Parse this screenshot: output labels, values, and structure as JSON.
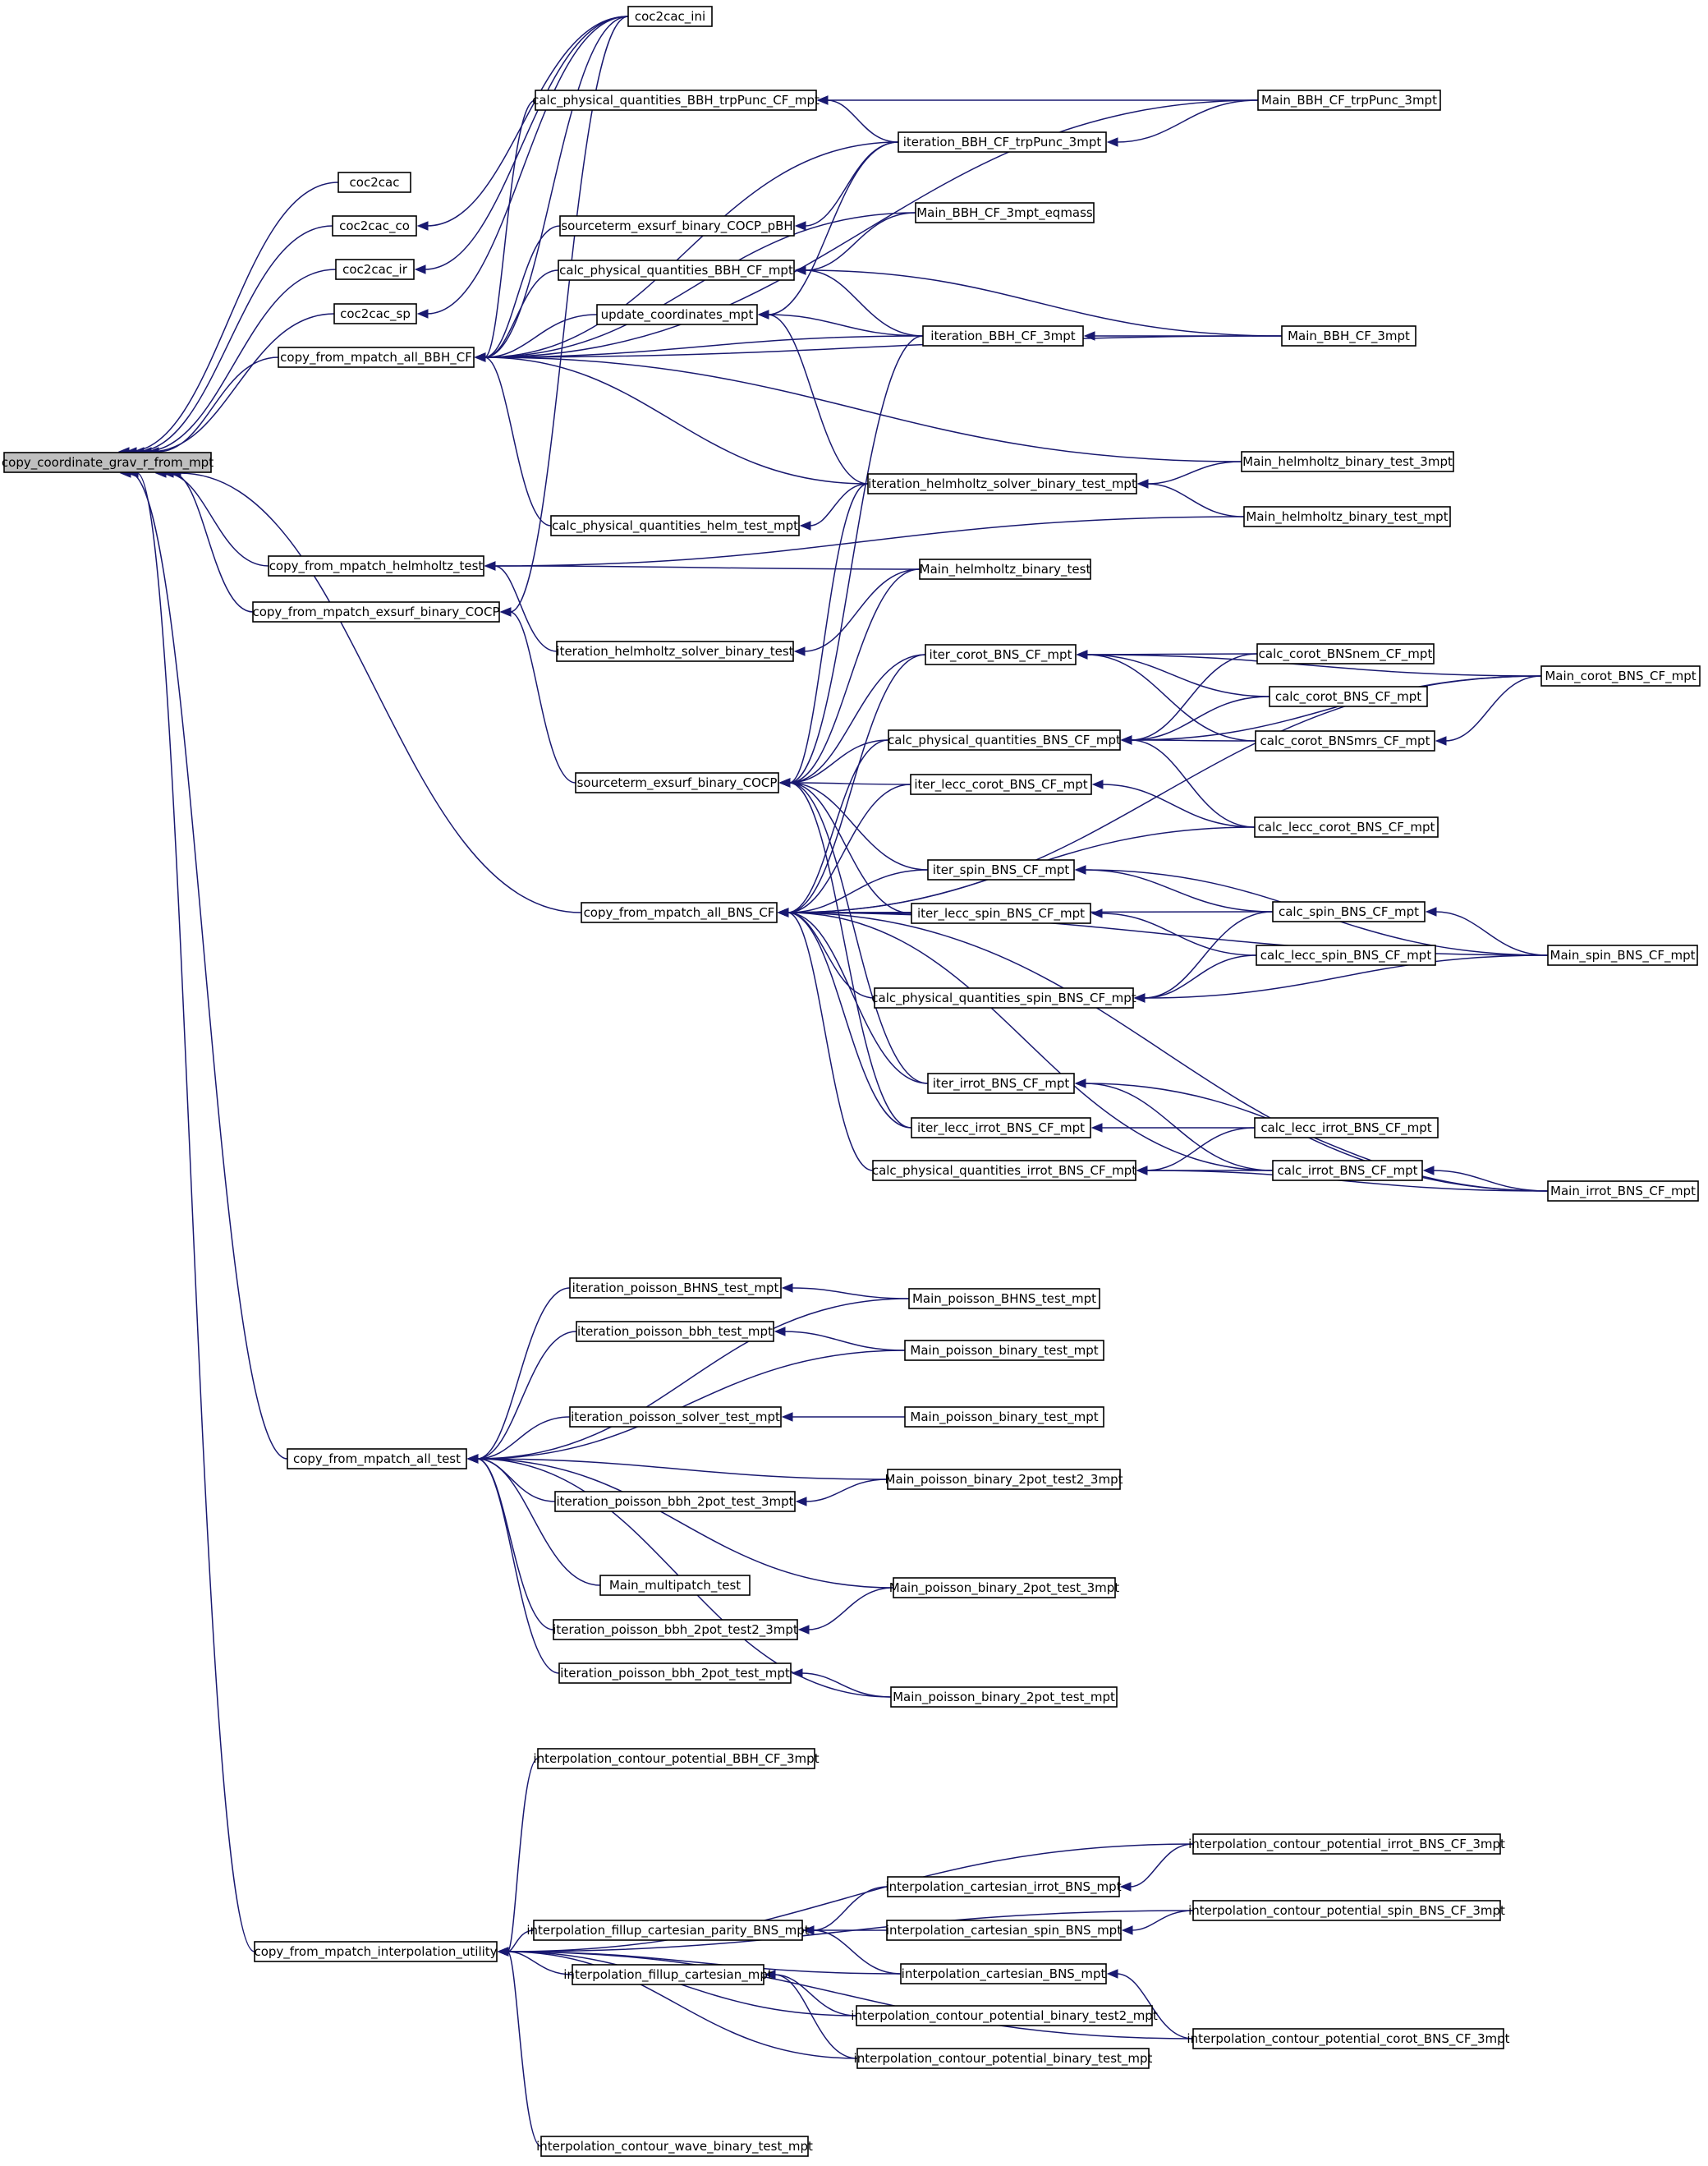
{
  "nodes": {
    "root": "copy_coordinate_grav_r_from_mpt",
    "coc2cac_ini": "coc2cac_ini",
    "coc2cac": "coc2cac",
    "coc2cac_co": "coc2cac_co",
    "coc2cac_ir": "coc2cac_ir",
    "coc2cac_sp": "coc2cac_sp",
    "cfm_bbh": "copy_from_mpatch_all_BBH_CF",
    "cfm_helm": "copy_from_mpatch_helmholtz_test",
    "cfm_exsurf": "copy_from_mpatch_exsurf_binary_COCP",
    "cfm_bns": "copy_from_mpatch_all_BNS_CF",
    "cfm_test": "copy_from_mpatch_all_test",
    "cfm_interp": "copy_from_mpatch_interpolation_utility",
    "cpq_bbh_trp": "calc_physical_quantities_BBH_trpPunc_CF_mpt",
    "st_pbh": "sourceterm_exsurf_binary_COCP_pBH",
    "cpq_bbh": "calc_physical_quantities_BBH_CF_mpt",
    "update_coords": "update_coordinates_mpt",
    "cpq_helm": "calc_physical_quantities_helm_test_mpt",
    "iter_helm": "iteration_helmholtz_solver_binary_test",
    "st_cocp": "sourceterm_exsurf_binary_COCP",
    "iter_bbh_trp": "iteration_BBH_CF_trpPunc_3mpt",
    "main_bbh_eq": "Main_BBH_CF_3mpt_eqmass",
    "iter_bbh_3": "iteration_BBH_CF_3mpt",
    "iter_helm_mpt": "iteration_helmholtz_solver_binary_test_mpt",
    "main_helm_bin": "Main_helmholtz_binary_test",
    "main_bbh_trp": "Main_BBH_CF_trpPunc_3mpt",
    "main_bbh_3": "Main_BBH_CF_3mpt",
    "main_helm_3": "Main_helmholtz_binary_test_3mpt",
    "main_helm_mpt": "Main_helmholtz_binary_test_mpt",
    "iter_corot": "iter_corot_BNS_CF_mpt",
    "cpq_bns": "calc_physical_quantities_BNS_CF_mpt",
    "iter_lecc_corot": "iter_lecc_corot_BNS_CF_mpt",
    "iter_spin": "iter_spin_BNS_CF_mpt",
    "iter_lecc_spin": "iter_lecc_spin_BNS_CF_mpt",
    "cpq_spin": "calc_physical_quantities_spin_BNS_CF_mpt",
    "iter_irrot": "iter_irrot_BNS_CF_mpt",
    "iter_lecc_irrot": "iter_lecc_irrot_BNS_CF_mpt",
    "cpq_irrot": "calc_physical_quantities_irrot_BNS_CF_mpt",
    "calc_corot_nem": "calc_corot_BNSnem_CF_mpt",
    "calc_corot": "calc_corot_BNS_CF_mpt",
    "calc_corot_mrs": "calc_corot_BNSmrs_CF_mpt",
    "calc_lecc_corot": "calc_lecc_corot_BNS_CF_mpt",
    "calc_spin": "calc_spin_BNS_CF_mpt",
    "calc_lecc_spin": "calc_lecc_spin_BNS_CF_mpt",
    "calc_lecc_irrot": "calc_lecc_irrot_BNS_CF_mpt",
    "calc_irrot": "calc_irrot_BNS_CF_mpt",
    "main_corot": "Main_corot_BNS_CF_mpt",
    "main_spin": "Main_spin_BNS_CF_mpt",
    "main_irrot": "Main_irrot_BNS_CF_mpt",
    "ip_bhns": "iteration_poisson_BHNS_test_mpt",
    "ip_bbh": "iteration_poisson_bbh_test_mpt",
    "ip_solver": "iteration_poisson_solver_test_mpt",
    "ip_2pot_3": "iteration_poisson_bbh_2pot_test_3mpt",
    "main_multi": "Main_multipatch_test",
    "ip_2pot_t2": "iteration_poisson_bbh_2pot_test2_3mpt",
    "ip_2pot": "iteration_poisson_bbh_2pot_test_mpt",
    "mp_bhns": "Main_poisson_BHNS_test_mpt",
    "mp_bin_a": "Main_poisson_binary_test_mpt",
    "mp_bin_b": "Main_poisson_binary_test_mpt",
    "mp_2pot_t2": "Main_poisson_binary_2pot_test2_3mpt",
    "mp_2pot_3": "Main_poisson_binary_2pot_test_3mpt",
    "mp_2pot": "Main_poisson_binary_2pot_test_mpt",
    "icp_bbh": "interpolation_contour_potential_BBH_CF_3mpt",
    "ifc_parity": "interpolation_fillup_cartesian_parity_BNS_mpt",
    "ifc": "interpolation_fillup_cartesian_mpt",
    "icw": "interpolation_contour_wave_binary_test_mpt",
    "ic_irrot": "interpolation_cartesian_irrot_BNS_mpt",
    "ic_spin": "interpolation_cartesian_spin_BNS_mpt",
    "ic_bns": "interpolation_cartesian_BNS_mpt",
    "icp_bt2": "interpolation_contour_potential_binary_test2_mpt",
    "icp_bt": "interpolation_contour_potential_binary_test_mpt",
    "icp_irrot": "interpolation_contour_potential_irrot_BNS_CF_3mpt",
    "icp_spin": "interpolation_contour_potential_spin_BNS_CF_3mpt",
    "icp_corot": "interpolation_contour_potential_corot_BNS_CF_3mpt"
  },
  "colors": {
    "edge": "#191970",
    "root_fill": "#bfbfbf",
    "node_fill": "#ffffff"
  }
}
